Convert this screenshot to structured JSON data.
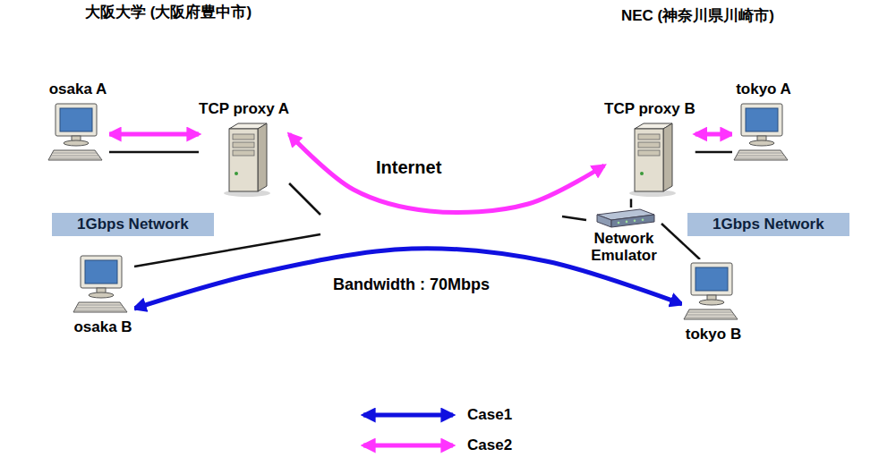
{
  "diagram": {
    "nodes": [
      {
        "text": [
          "大阪大学 (大阪府豊中市)"
        ]
      },
      {
        "text": [
          "osaka A"
        ],
        "in": 0
      },
      {
        "text": [
          "TCP proxy A"
        ],
        "in": 0
      },
      {
        "text": [
          "1Gbps Network"
        ],
        "in": 0
      },
      {
        "text": [
          "osaka B"
        ],
        "in": 0
      },
      {
        "text": [
          "Internet",
          "Bandwidth : 70Mbps"
        ]
      },
      {
        "text": [
          "NEC (神奈川県川崎市)"
        ]
      },
      {
        "text": [
          "TCP proxy B"
        ],
        "in": 6
      },
      {
        "text": [
          "tokyo A"
        ],
        "in": 6
      },
      {
        "text": [
          "Network Emulator"
        ],
        "in": 6
      },
      {
        "text": [
          "1Gbps Network"
        ],
        "in": 6
      },
      {
        "text": [
          "tokyo B"
        ],
        "in": 6
      }
    ],
    "edges": [
      {
        "from": 1,
        "to": 2,
        "arrow": "none"
      },
      {
        "from": 2,
        "to": 5,
        "arrow": "none"
      },
      {
        "from": 4,
        "to": 5,
        "arrow": "none"
      },
      {
        "from": 5,
        "to": 9,
        "arrow": "none"
      },
      {
        "from": 9,
        "to": 7,
        "arrow": "none"
      },
      {
        "from": 9,
        "to": 11,
        "arrow": "none"
      },
      {
        "from": 7,
        "to": 8,
        "arrow": "none"
      },
      {
        "from": 1,
        "to": 2,
        "arrow": "both"
      },
      {
        "from": 2,
        "to": 7,
        "arrow": "both"
      },
      {
        "from": 7,
        "to": 8,
        "arrow": "both"
      },
      {
        "from": 4,
        "to": 11,
        "arrow": "both"
      }
    ],
    "legend": [
      {
        "text": "Case1"
      },
      {
        "text": "Case2"
      }
    ]
  }
}
